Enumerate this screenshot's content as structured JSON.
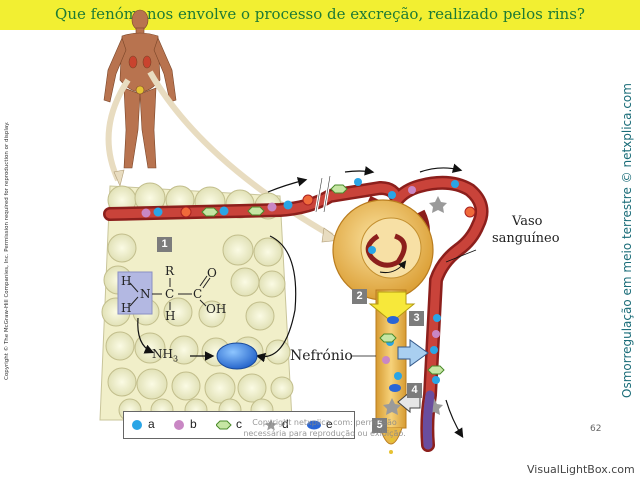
{
  "title": "Que fenómenos envolve o processo de excreção, realizado pelos rins?",
  "copyright_left": "Copyright © The McGraw-Hill Companies, Inc. Permission required for reproduction or display.",
  "credit_right": "Osmorregulação em meio terrestre © netxplica.com",
  "labels": {
    "vaso_sanguineo_1": "Vaso",
    "vaso_sanguineo_2": "sanguíneo",
    "nefronio": "Nefrónio"
  },
  "chem": {
    "H": "H",
    "N": "N",
    "R": "R",
    "C": "C",
    "O": "O",
    "OH": "OH",
    "NH3": "NH",
    "NH3_sub": "3"
  },
  "steps": [
    "1",
    "2",
    "3",
    "4",
    "5"
  ],
  "legend": [
    {
      "key": "a",
      "shape": "blue-dot"
    },
    {
      "key": "b",
      "shape": "pink-dot"
    },
    {
      "key": "c",
      "shape": "green-hexagon"
    },
    {
      "key": "d",
      "shape": "star"
    },
    {
      "key": "e",
      "shape": "blue-oval"
    }
  ],
  "watermark_line1": "Copyright netxplica.com: permissão",
  "watermark_line2": "necessária para reprodução ou exibição.",
  "page_number": "62",
  "footer": "VisualLightBox.com",
  "colors": {
    "title_bar": "#f2ef32",
    "title_text": "#1d7a35",
    "vessel": "#b8322e",
    "nephron": "#e7b64a",
    "tissue": "#f1efc9",
    "credit": "#1a6c78"
  }
}
